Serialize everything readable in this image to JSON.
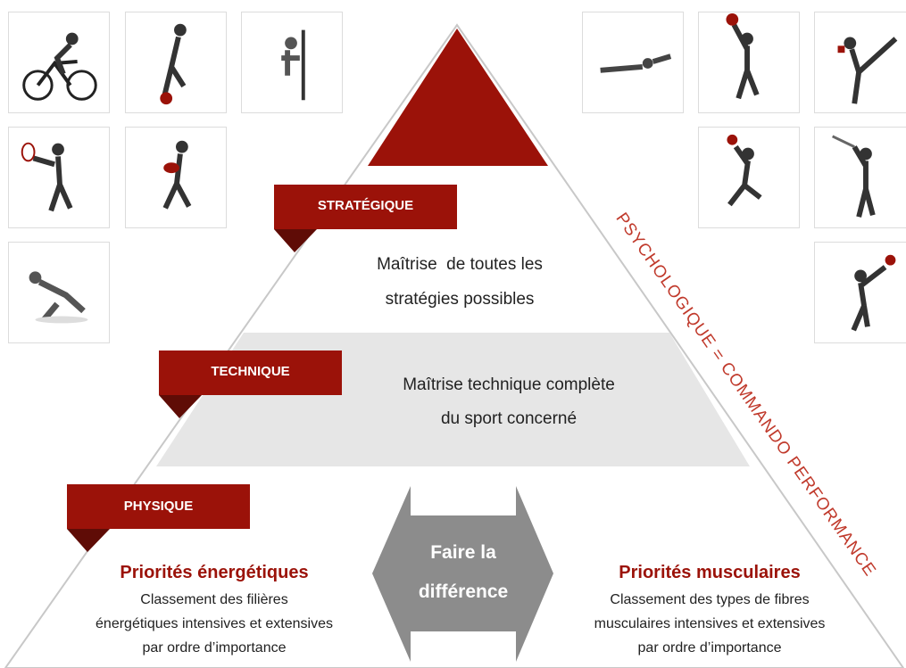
{
  "levels": {
    "strategique": {
      "label": "STRATÉGIQUE",
      "line1": "Maîtrise  de toutes les",
      "line2": "stratégies possibles"
    },
    "technique": {
      "label": "TECHNIQUE",
      "line1": "Maîtrise technique complète",
      "line2": "du sport concerné"
    },
    "physique": {
      "label": "PHYSIQUE"
    }
  },
  "center_arrow": {
    "line1": "Faire la",
    "line2": "différence"
  },
  "left_block": {
    "title": "Priorités énergétiques",
    "line1": "Classement des filières",
    "line2": "énergétiques intensives et extensives",
    "line3": "par ordre d’importance"
  },
  "right_block": {
    "title": "Priorités musculaires",
    "line1": "Classement des types de fibres",
    "line2": "musculaires intensives et extensives",
    "line3": "par ordre d’importance"
  },
  "side_text": "PSYCHOLOGIQUE = COMMANDO PERFORMANCE",
  "athlete_images": {
    "left": [
      "cyclist-icon",
      "soccer-player-icon",
      "kayaker-icon",
      "tennis-player-icon",
      "rugby-player-icon",
      "wrestler-icon"
    ],
    "right": [
      "swimmer-icon",
      "basketball-player-icon",
      "kickboxer-icon",
      "handball-player-icon",
      "golfer-icon",
      "volleyball-player-icon"
    ]
  },
  "colors": {
    "accent": "#9b1209",
    "band_gray": "#e6e6e6",
    "arrow_gray": "#8c8c8c",
    "side_text": "#c0392b"
  }
}
